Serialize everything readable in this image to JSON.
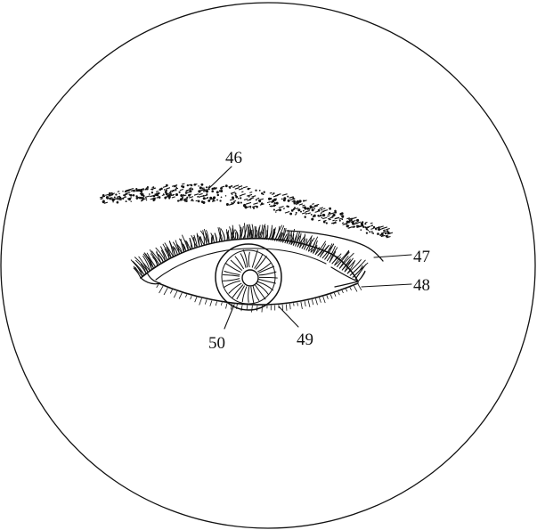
{
  "figure": {
    "ink_color": "#111111",
    "background_color": "#ffffff",
    "reference_numerals": {
      "eyebrow": "46",
      "upper_eyelid_crease": "47",
      "eye_corner": "48",
      "lower_eyelashes": "49",
      "iris": "50"
    }
  }
}
